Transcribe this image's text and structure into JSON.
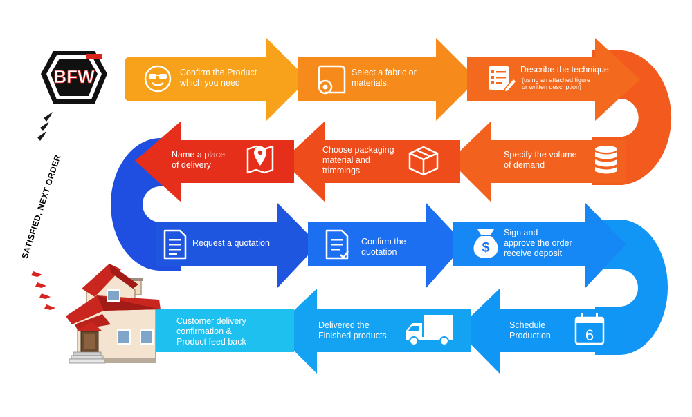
{
  "logo": {
    "letters": "BFW"
  },
  "loop_text": "SATISFIED,   NEXT ORDER",
  "colors": {
    "row1": [
      "#f8a11a",
      "#f68a1a",
      "#f36a1e"
    ],
    "row2": [
      "#e62f1a",
      "#ef4c1c",
      "#f2621e"
    ],
    "row3": [
      "#1f56e0",
      "#1c6ff0",
      "#1688f5"
    ],
    "row4": [
      "#1ec0f0",
      "#14a2f3",
      "#1096f5"
    ],
    "chevron_black": "#1a1a1a",
    "chevron_red": "#d8231f"
  },
  "steps": [
    {
      "id": "confirm-product",
      "icon": "sunglasses-face-icon",
      "text": "Confirm the Product\nwhich you need"
    },
    {
      "id": "select-fabric",
      "icon": "fabric-roll-icon",
      "text": "Select a fabric or\nmaterials."
    },
    {
      "id": "describe-technique",
      "icon": "document-pencil-icon",
      "text": "Describe the technique",
      "subtext": "(using an attached figure\nor written description)"
    },
    {
      "id": "specify-volume",
      "icon": "database-stack-icon",
      "text": "Specify the volume\nof demand"
    },
    {
      "id": "choose-packaging",
      "icon": "box-icon",
      "text": "Choose packaging\nmaterial and\ntrimmings"
    },
    {
      "id": "name-delivery-place",
      "icon": "map-pin-icon",
      "text": "Name a place\nof delivery"
    },
    {
      "id": "request-quotation",
      "icon": "document-icon",
      "text": "Request a quotation"
    },
    {
      "id": "confirm-quotation",
      "icon": "document-check-icon",
      "text": "Confirm the\nquotation"
    },
    {
      "id": "sign-approve",
      "icon": "money-bag-icon",
      "text": "Sign and\napprove the order\nreceive deposit"
    },
    {
      "id": "schedule-production",
      "icon": "calendar-icon",
      "text": "Schedule\nProduction",
      "icon_text": "6"
    },
    {
      "id": "delivered-products",
      "icon": "truck-icon",
      "text": "Delivered the\nFinished products"
    },
    {
      "id": "customer-confirmation",
      "icon": "house-icon",
      "text": "Customer delivery\nconfirmation &\nProduct feed back"
    }
  ]
}
